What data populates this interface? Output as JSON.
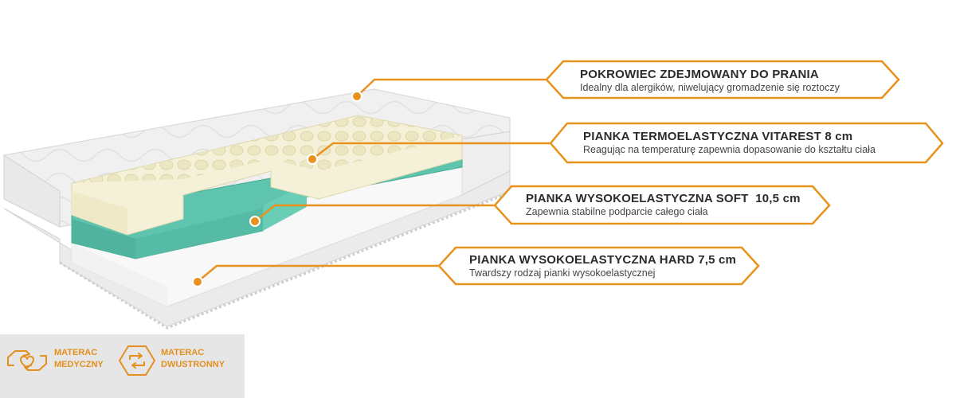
{
  "callouts": [
    {
      "title": "POKROWIEC ZDEJMOWANY DO PRANIA",
      "desc": "Idealny dla alergików, niwelujący gromadzenie się roztoczy"
    },
    {
      "title": "PIANKA TERMOELASTYCZNA VITAREST 8 cm",
      "desc": "Reagując na temperaturę zapewnia dopasowanie do kształtu ciała"
    },
    {
      "title": "PIANKA WYSOKOELASTYCZNA SOFT  10,5 cm",
      "desc": "Zapewnia stabilne podparcie całego ciała"
    },
    {
      "title": "PIANKA WYSOKOELASTYCZNA HARD 7,5 cm",
      "desc": "Twardszy rodzaj pianki wysokoelastycznej"
    }
  ],
  "badges": [
    {
      "line1": "MATERAC",
      "line2": "MEDYCZNY",
      "icon": "hands-heart-icon"
    },
    {
      "line1": "MATERAC",
      "line2": "DWUSTRONNY",
      "icon": "two-sided-arrows-icon"
    }
  ],
  "colors": {
    "accent": "#e8921e",
    "cover": "#f1f1f1",
    "memory_foam": "#f4f1d8",
    "soft_foam": "#5fc4ae",
    "hard_foam": "#f8f8f8",
    "badge_bar": "#e6e6e6"
  }
}
